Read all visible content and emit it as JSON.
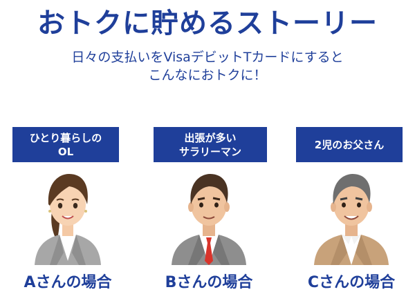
{
  "header": {
    "title": "おトクに貯めるストーリー",
    "subtitle_line1": "日々の支払いをVisaデビットTカードにすると",
    "subtitle_line2": "こんなにおトクに！"
  },
  "colors": {
    "brand": "#1f3f9a",
    "tag_text": "#ffffff"
  },
  "personas": [
    {
      "tag_line1": "ひとり暮らしの",
      "tag_line2": "OL",
      "name": "Aさんの場合",
      "icon": "woman-office-worker-icon"
    },
    {
      "tag_line1": "出張が多い",
      "tag_line2": "サラリーマン",
      "name": "Bさんの場合",
      "icon": "businessman-icon"
    },
    {
      "tag_line1": "2児のお父さん",
      "tag_line2": "",
      "name": "Cさんの場合",
      "icon": "father-icon"
    }
  ]
}
